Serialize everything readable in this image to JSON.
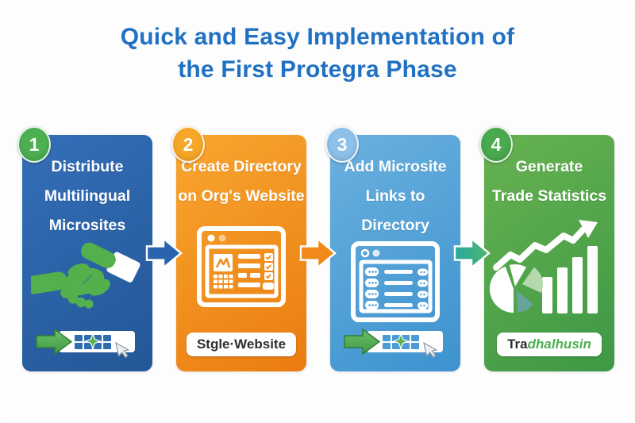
{
  "title": {
    "line1": "Quick and Easy Implementation of",
    "line2": "the First Protegra Phase",
    "color": "#2071c3"
  },
  "steps": [
    {
      "number": "1",
      "line1": "Distribute",
      "line2": "Multilingual",
      "line3": "Microsites",
      "icon": "handshake-icon",
      "footer": "insert-microsite-toolbar",
      "card_color": "#2a64ae",
      "badge_color": "#4caf50"
    },
    {
      "number": "2",
      "line1": "Create Directory",
      "line2": "on Org's Website",
      "icon": "directory-webpage-icon",
      "footer": "pill",
      "pill_label": "Stgle·Website",
      "card_color": "#f0891a",
      "badge_color": "#f7a727"
    },
    {
      "number": "3",
      "line1": "Add Microsite",
      "line2": "Links to Directory",
      "icon": "links-list-webpage-icon",
      "footer": "insert-microsite-toolbar",
      "card_color": "#4a9cd6",
      "badge_color": "#8ec1e9"
    },
    {
      "number": "4",
      "line1": "Generate",
      "line2": "Trade Statistics",
      "icon": "statistics-chart-icon",
      "footer": "pill",
      "pill_dark": "Tra",
      "pill_green": "dhalhusin",
      "card_color": "#4aa94f",
      "badge_color": "#4aa94f"
    }
  ],
  "arrows": [
    {
      "between": "step-1-and-2",
      "color": "#2a64ae"
    },
    {
      "between": "step-2-and-3",
      "color": "#f0891a"
    },
    {
      "between": "step-3-and-4",
      "color": "teal-green-gradient"
    }
  ]
}
